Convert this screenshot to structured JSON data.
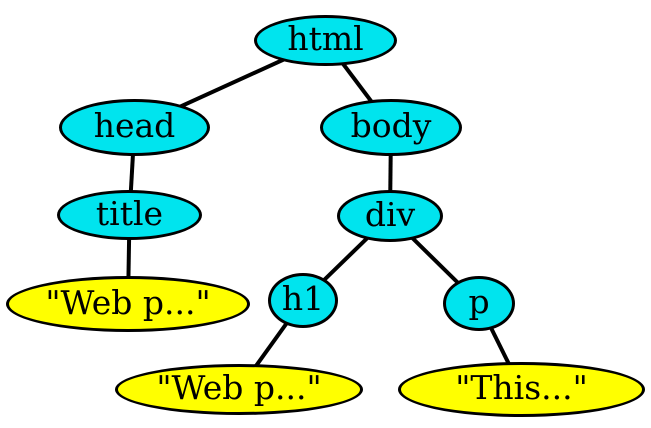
{
  "diagram": {
    "kind": "dom-tree",
    "colors": {
      "element_node_fill": "#00e4ee",
      "text_node_fill": "#ffff00",
      "node_border": "#000000",
      "edge": "#000000",
      "label": "#000000",
      "background": "#ffffff"
    },
    "nodes": [
      {
        "id": "html",
        "label": "html",
        "kind": "element"
      },
      {
        "id": "head",
        "label": "head",
        "kind": "element"
      },
      {
        "id": "body",
        "label": "body",
        "kind": "element"
      },
      {
        "id": "title",
        "label": "title",
        "kind": "element"
      },
      {
        "id": "div",
        "label": "div",
        "kind": "element"
      },
      {
        "id": "text-webp-1",
        "label": "\"Web p...\"",
        "kind": "text"
      },
      {
        "id": "h1",
        "label": "h1",
        "kind": "element"
      },
      {
        "id": "p",
        "label": "p",
        "kind": "element"
      },
      {
        "id": "text-webp-2",
        "label": "\"Web p...\"",
        "kind": "text"
      },
      {
        "id": "text-this",
        "label": "\"This...\"",
        "kind": "text"
      }
    ],
    "edges": [
      {
        "from": "html",
        "to": "head"
      },
      {
        "from": "html",
        "to": "body"
      },
      {
        "from": "head",
        "to": "title"
      },
      {
        "from": "title",
        "to": "text-webp-1"
      },
      {
        "from": "body",
        "to": "div"
      },
      {
        "from": "div",
        "to": "h1"
      },
      {
        "from": "div",
        "to": "p"
      },
      {
        "from": "h1",
        "to": "text-webp-2"
      },
      {
        "from": "p",
        "to": "text-this"
      }
    ]
  }
}
